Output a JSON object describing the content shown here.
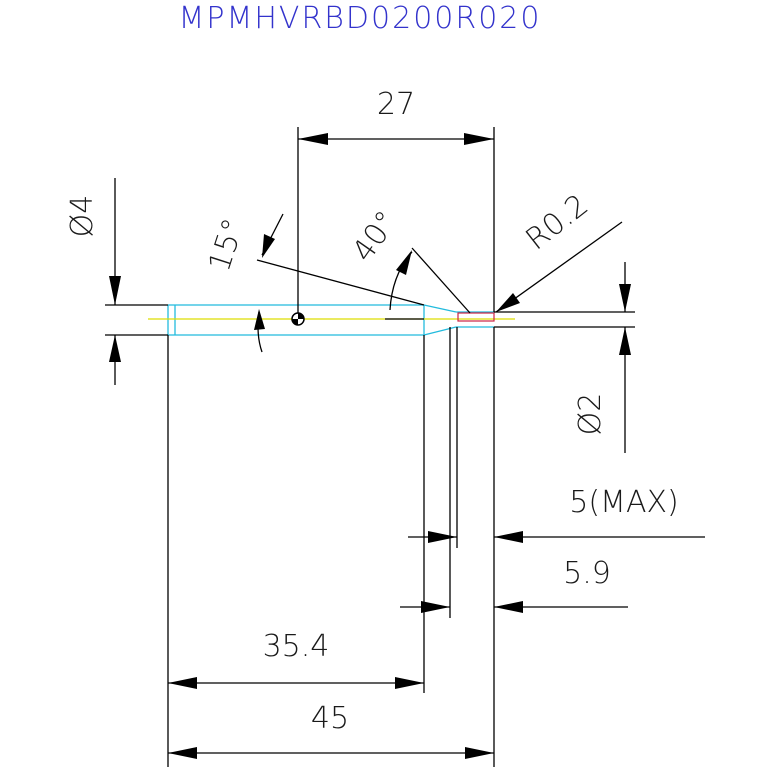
{
  "title": "MPMHVRBD0200R020",
  "dimensions": {
    "diameter_shank": "Ø4",
    "length_27": "27",
    "angle_15": "15°",
    "angle_40": "40°",
    "radius": "R0.2",
    "diameter_tip": "Ø2",
    "length_5max": "5(MAX)",
    "length_5_9": "5.9",
    "length_35_4": "35.4",
    "length_45": "45"
  },
  "colors": {
    "title": "#3333cc",
    "tool_outline": "#22bbdd",
    "centerline": "#dddd00",
    "tip": "#cc2244",
    "dimension": "#000000"
  }
}
